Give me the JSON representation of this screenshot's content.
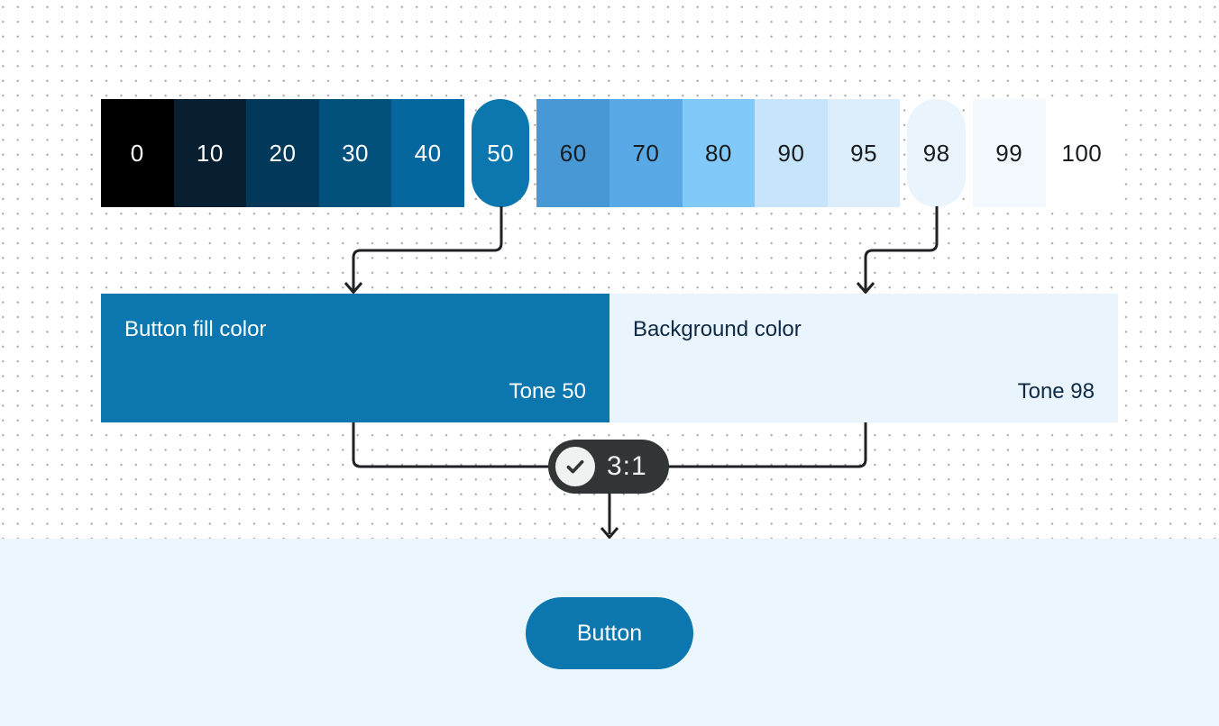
{
  "palette": {
    "tones": [
      {
        "label": "0",
        "color": "#000000",
        "text_color": "#ffffff",
        "shape": "rect"
      },
      {
        "label": "10",
        "color": "#071f31",
        "text_color": "#ffffff",
        "shape": "rect"
      },
      {
        "label": "20",
        "color": "#02395a",
        "text_color": "#ffffff",
        "shape": "rect"
      },
      {
        "label": "30",
        "color": "#02507c",
        "text_color": "#ffffff",
        "shape": "rect"
      },
      {
        "label": "40",
        "color": "#05679e",
        "text_color": "#ffffff",
        "shape": "rect"
      },
      {
        "label": "50",
        "color": "#0b77ae",
        "text_color": "#ffffff",
        "shape": "pill"
      },
      {
        "label": "60",
        "color": "#4798d4",
        "text_color": "#191c1e",
        "shape": "rect"
      },
      {
        "label": "70",
        "color": "#58a9e6",
        "text_color": "#191c1e",
        "shape": "rect"
      },
      {
        "label": "80",
        "color": "#80c9f8",
        "text_color": "#191c1e",
        "shape": "rect"
      },
      {
        "label": "90",
        "color": "#c6e4fa",
        "text_color": "#191c1e",
        "shape": "rect"
      },
      {
        "label": "95",
        "color": "#dceefb",
        "text_color": "#191c1e",
        "shape": "rect"
      },
      {
        "label": "98",
        "color": "#eaf4fd",
        "text_color": "#191c1e",
        "shape": "pill"
      },
      {
        "label": "99",
        "color": "#f3f9fe",
        "text_color": "#191c1e",
        "shape": "rect"
      },
      {
        "label": "100",
        "color": "#ffffff",
        "text_color": "#191c1e",
        "shape": "rect"
      }
    ]
  },
  "mapping": {
    "button_fill": {
      "title": "Button fill color",
      "tone_label": "Tone 50",
      "color": "#0b77ae",
      "text_color": "#ffffff"
    },
    "background": {
      "title": "Background color",
      "tone_label": "Tone 98",
      "color": "#eaf4fd",
      "text_color": "#0e2a45"
    }
  },
  "contrast_badge": {
    "ratio": "3:1",
    "icon": "check-icon",
    "bg": "#323536",
    "icon_bg": "#f0f1f1",
    "text_color": "#f0f1f1"
  },
  "preview": {
    "button_label": "Button",
    "button_color": "#0b77ae",
    "button_text_color": "#ffffff",
    "section_bg": "#eaf5fc"
  },
  "diagram": {
    "line_color": "#202124",
    "dot_color": "#a7a7a7"
  }
}
